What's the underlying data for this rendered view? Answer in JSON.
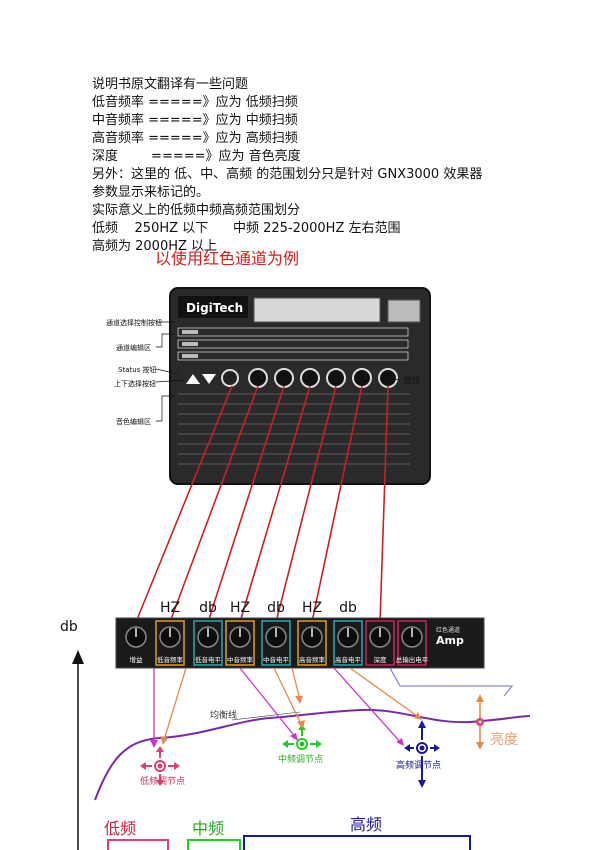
{
  "intro": {
    "line1": "说明书原文翻译有一些问题",
    "line2": "低音频率 =====》应为 低频扫频",
    "line3": "中音频率 =====》应为 中频扫频",
    "line4": "高音频率 =====》应为 高频扫频",
    "line5": "深度        =====》应为 音色亮度",
    "line6": "另外：这里的 低、中、高频 的范围划分只是针对 GNX3000 效果器",
    "line7": "参数显示来标记的。",
    "line8": "实际意义上的低频中频高频范围划分",
    "line9": "低频    250HZ 以下      中频 225-2000HZ 左右范围",
    "line10": "高频为 2000HZ 以上"
  },
  "caption": "以使用红色通道为例",
  "device": {
    "brand": "DigiTech",
    "labels": {
      "channel_select": "通道选择控制按钮",
      "channel_edit": "通道编辑区",
      "status": "Status 按钮",
      "updown": "上下选择按钮",
      "tone_edit": "音色编辑区",
      "knob": "旋钮"
    }
  },
  "amp": {
    "title_top": "红色通道",
    "title": "Amp",
    "units": [
      "HZ",
      "db",
      "HZ",
      "db",
      "HZ",
      "db"
    ],
    "knobs": [
      "增益",
      "低音频率",
      "低音电平",
      "中音频率",
      "中音电平",
      "高音频率",
      "高音电平",
      "深度",
      "总输出电平"
    ]
  },
  "graph": {
    "y_label": "db",
    "flat_line": "均衡线",
    "low_node": "低频调节点",
    "mid_node": "中频调节点",
    "high_node": "高频调节点",
    "brightness": "亮度",
    "band_low": "低频",
    "band_mid": "中频",
    "band_high": "高频"
  },
  "colors": {
    "red_line": "#cc2020",
    "magenta": "#cc33cc",
    "orange": "#e88a4a",
    "green": "#22cc22",
    "navy": "#1a1a99",
    "purple": "#7a2aa8",
    "pink": "#e04070"
  }
}
